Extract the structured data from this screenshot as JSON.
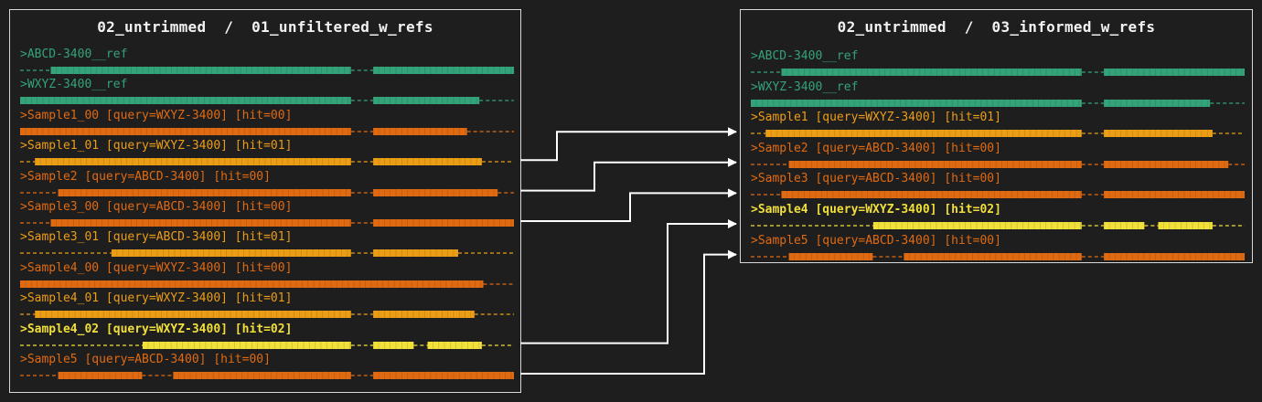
{
  "colors": {
    "ref": "#34a37a",
    "hit00": "#e06a12",
    "hit01": "#ec9d16",
    "hit02": "#f1df3a",
    "border": "#d8d8d8",
    "arrow": "#ffffff"
  },
  "panels": [
    {
      "id": "left",
      "title": "02_untrimmed  /  01_unfiltered_w_refs",
      "sequences": [
        {
          "label": ">ABCD-3400__ref",
          "kind": "ref",
          "segments": [
            [
              0,
              0.062,
              "gap"
            ],
            [
              0.062,
              0.67,
              "block"
            ],
            [
              0.67,
              0.715,
              "gap"
            ],
            [
              0.715,
              1,
              "block"
            ]
          ]
        },
        {
          "label": ">WXYZ-3400__ref",
          "kind": "ref",
          "segments": [
            [
              0,
              0.67,
              "block"
            ],
            [
              0.67,
              0.715,
              "gap"
            ],
            [
              0.715,
              0.93,
              "block"
            ],
            [
              0.93,
              1,
              "gap"
            ]
          ]
        },
        {
          "label": ">Sample1_00 [query=WXYZ-3400] [hit=00]",
          "kind": "hit00",
          "segments": [
            [
              0,
              0.67,
              "block"
            ],
            [
              0.67,
              0.715,
              "gap"
            ],
            [
              0.715,
              0.905,
              "block"
            ],
            [
              0.905,
              1,
              "gap"
            ]
          ]
        },
        {
          "label": ">Sample1_01 [query=WXYZ-3400] [hit=01]",
          "kind": "hit01",
          "segments": [
            [
              0,
              0.03,
              "gap"
            ],
            [
              0.03,
              0.67,
              "block"
            ],
            [
              0.67,
              0.715,
              "gap"
            ],
            [
              0.715,
              0.935,
              "block"
            ],
            [
              0.935,
              1,
              "gap"
            ]
          ]
        },
        {
          "label": ">Sample2 [query=ABCD-3400] [hit=00]",
          "kind": "hit00",
          "segments": [
            [
              0,
              0.077,
              "gap"
            ],
            [
              0.077,
              0.67,
              "block"
            ],
            [
              0.67,
              0.715,
              "gap"
            ],
            [
              0.715,
              0.967,
              "block"
            ],
            [
              0.967,
              1,
              "gap"
            ]
          ]
        },
        {
          "label": ">Sample3_00 [query=ABCD-3400] [hit=00]",
          "kind": "hit00",
          "segments": [
            [
              0,
              0.062,
              "gap"
            ],
            [
              0.062,
              0.67,
              "block"
            ],
            [
              0.67,
              0.715,
              "gap"
            ],
            [
              0.715,
              1,
              "block"
            ]
          ]
        },
        {
          "label": ">Sample3_01 [query=ABCD-3400] [hit=01]",
          "kind": "hit01",
          "segments": [
            [
              0,
              0.185,
              "gap"
            ],
            [
              0.185,
              0.67,
              "block"
            ],
            [
              0.67,
              0.715,
              "gap"
            ],
            [
              0.715,
              0.887,
              "block"
            ],
            [
              0.887,
              1,
              "gap"
            ]
          ]
        },
        {
          "label": ">Sample4_00 [query=WXYZ-3400] [hit=00]",
          "kind": "hit00",
          "segments": [
            [
              0,
              0.938,
              "block"
            ],
            [
              0.938,
              1,
              "gap"
            ]
          ]
        },
        {
          "label": ">Sample4_01 [query=WXYZ-3400] [hit=01]",
          "kind": "hit01",
          "segments": [
            [
              0,
              0.03,
              "gap"
            ],
            [
              0.03,
              0.67,
              "block"
            ],
            [
              0.67,
              0.715,
              "gap"
            ],
            [
              0.715,
              0.92,
              "block"
            ],
            [
              0.92,
              1,
              "gap"
            ]
          ]
        },
        {
          "label": ">Sample4_02 [query=WXYZ-3400] [hit=02]",
          "kind": "hit02",
          "segments": [
            [
              0,
              0.248,
              "gap"
            ],
            [
              0.248,
              0.67,
              "block"
            ],
            [
              0.67,
              0.715,
              "gap"
            ],
            [
              0.715,
              0.797,
              "block"
            ],
            [
              0.797,
              0.825,
              "gap"
            ],
            [
              0.825,
              0.935,
              "block"
            ],
            [
              0.935,
              1,
              "gap"
            ]
          ]
        },
        {
          "label": ">Sample5 [query=ABCD-3400] [hit=00]",
          "kind": "hit00",
          "segments": [
            [
              0,
              0.077,
              "gap"
            ],
            [
              0.077,
              0.247,
              "block"
            ],
            [
              0.247,
              0.31,
              "gap"
            ],
            [
              0.31,
              0.67,
              "block"
            ],
            [
              0.67,
              0.715,
              "gap"
            ],
            [
              0.715,
              1,
              "block"
            ]
          ]
        }
      ]
    },
    {
      "id": "right",
      "title": "02_untrimmed  /  03_informed_w_refs",
      "sequences": [
        {
          "label": ">ABCD-3400__ref",
          "kind": "ref",
          "segments": [
            [
              0,
              0.062,
              "gap"
            ],
            [
              0.062,
              0.67,
              "block"
            ],
            [
              0.67,
              0.715,
              "gap"
            ],
            [
              0.715,
              1,
              "block"
            ]
          ]
        },
        {
          "label": ">WXYZ-3400__ref",
          "kind": "ref",
          "segments": [
            [
              0,
              0.67,
              "block"
            ],
            [
              0.67,
              0.715,
              "gap"
            ],
            [
              0.715,
              0.93,
              "block"
            ],
            [
              0.93,
              1,
              "gap"
            ]
          ]
        },
        {
          "label": ">Sample1 [query=WXYZ-3400] [hit=01]",
          "kind": "hit01",
          "segments": [
            [
              0,
              0.03,
              "gap"
            ],
            [
              0.03,
              0.67,
              "block"
            ],
            [
              0.67,
              0.715,
              "gap"
            ],
            [
              0.715,
              0.935,
              "block"
            ],
            [
              0.935,
              1,
              "gap"
            ]
          ]
        },
        {
          "label": ">Sample2 [query=ABCD-3400] [hit=00]",
          "kind": "hit00",
          "segments": [
            [
              0,
              0.077,
              "gap"
            ],
            [
              0.077,
              0.67,
              "block"
            ],
            [
              0.67,
              0.715,
              "gap"
            ],
            [
              0.715,
              0.967,
              "block"
            ],
            [
              0.967,
              1,
              "gap"
            ]
          ]
        },
        {
          "label": ">Sample3 [query=ABCD-3400] [hit=00]",
          "kind": "hit00",
          "segments": [
            [
              0,
              0.062,
              "gap"
            ],
            [
              0.062,
              0.67,
              "block"
            ],
            [
              0.67,
              0.715,
              "gap"
            ],
            [
              0.715,
              1,
              "block"
            ]
          ]
        },
        {
          "label": ">Sample4 [query=WXYZ-3400] [hit=02]",
          "kind": "hit02",
          "segments": [
            [
              0,
              0.248,
              "gap"
            ],
            [
              0.248,
              0.67,
              "block"
            ],
            [
              0.67,
              0.715,
              "gap"
            ],
            [
              0.715,
              0.797,
              "block"
            ],
            [
              0.797,
              0.825,
              "gap"
            ],
            [
              0.825,
              0.935,
              "block"
            ],
            [
              0.935,
              1,
              "gap"
            ]
          ]
        },
        {
          "label": ">Sample5 [query=ABCD-3400] [hit=00]",
          "kind": "hit00",
          "segments": [
            [
              0,
              0.077,
              "gap"
            ],
            [
              0.077,
              0.247,
              "block"
            ],
            [
              0.247,
              0.31,
              "gap"
            ],
            [
              0.31,
              0.67,
              "block"
            ],
            [
              0.67,
              0.715,
              "gap"
            ],
            [
              0.715,
              1,
              "block"
            ]
          ]
        }
      ]
    }
  ],
  "connections": [
    {
      "from": ">Sample1_01 [query=WXYZ-3400] [hit=01]",
      "to": ">Sample1 [query=WXYZ-3400] [hit=01]"
    },
    {
      "from": ">Sample2 [query=ABCD-3400] [hit=00]",
      "to": ">Sample2 [query=ABCD-3400] [hit=00]"
    },
    {
      "from": ">Sample3_00 [query=ABCD-3400] [hit=00]",
      "to": ">Sample3 [query=ABCD-3400] [hit=00]"
    },
    {
      "from": ">Sample4_02 [query=WXYZ-3400] [hit=02]",
      "to": ">Sample4 [query=WXYZ-3400] [hit=02]"
    },
    {
      "from": ">Sample5 [query=ABCD-3400] [hit=00]",
      "to": ">Sample5 [query=ABCD-3400] [hit=00]"
    }
  ]
}
